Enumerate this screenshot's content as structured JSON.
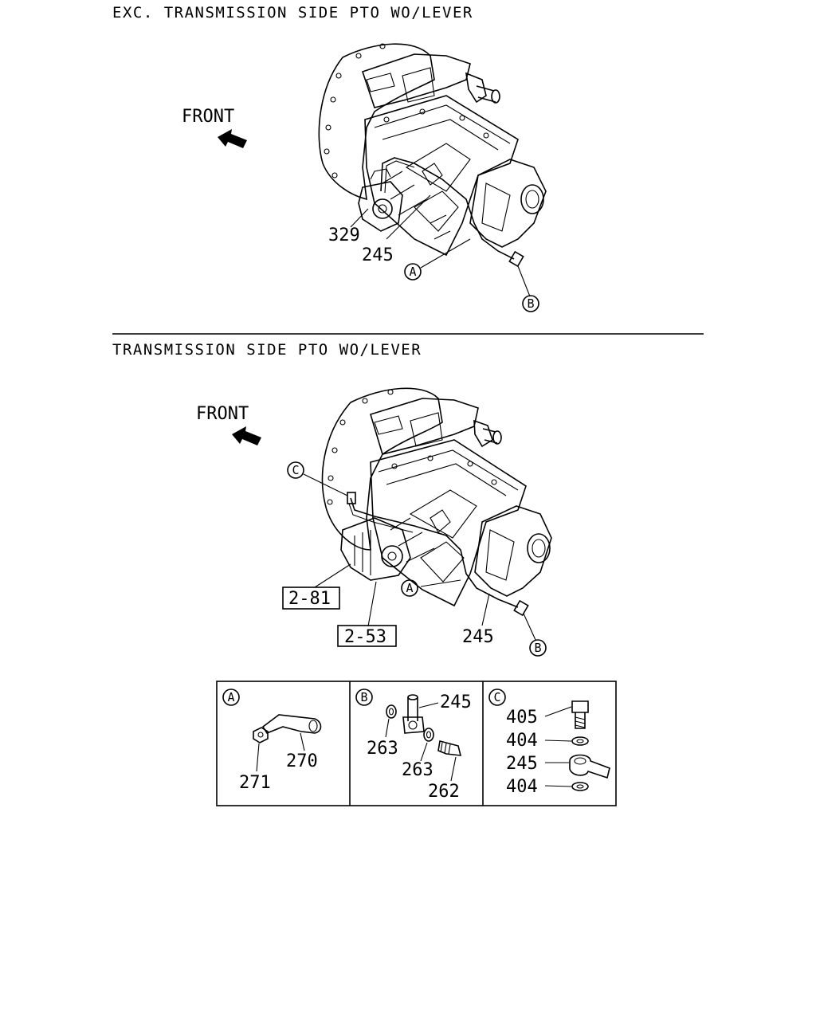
{
  "titles": {
    "top": "EXC. TRANSMISSION SIDE PTO WO/LEVER",
    "bottom": "TRANSMISSION SIDE PTO WO/LEVER"
  },
  "top_diagram": {
    "front_label": "FRONT",
    "callouts": {
      "p329": "329",
      "p245": "245",
      "ref_a": "A",
      "ref_b": "B"
    }
  },
  "bottom_diagram": {
    "front_label": "FRONT",
    "callouts": {
      "ref_c": "C",
      "box_281": "2-81",
      "box_253": "2-53",
      "ref_a": "A",
      "p245": "245",
      "ref_b": "B"
    }
  },
  "detail_panels": {
    "a": {
      "ref": "A",
      "labels": [
        "270",
        "271"
      ]
    },
    "b": {
      "ref": "B",
      "labels": [
        "245",
        "263",
        "263",
        "262"
      ]
    },
    "c": {
      "ref": "C",
      "labels": [
        "405",
        "404",
        "245",
        "404"
      ]
    }
  }
}
